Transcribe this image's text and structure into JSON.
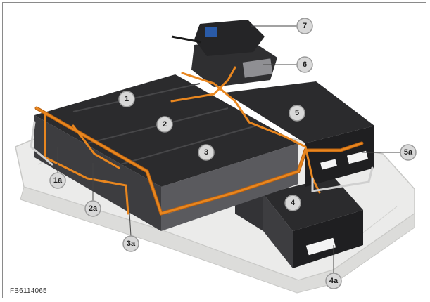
{
  "figure_id": "FB6114065",
  "callouts": [
    {
      "id": "c1",
      "label": "1"
    },
    {
      "id": "c2",
      "label": "2"
    },
    {
      "id": "c3",
      "label": "3"
    },
    {
      "id": "c4",
      "label": "4"
    },
    {
      "id": "c5",
      "label": "5"
    },
    {
      "id": "c6",
      "label": "6"
    },
    {
      "id": "c7",
      "label": "7"
    },
    {
      "id": "c1a",
      "label": "1a"
    },
    {
      "id": "c2a",
      "label": "2a"
    },
    {
      "id": "c3a",
      "label": "3a"
    },
    {
      "id": "c4a",
      "label": "4a"
    },
    {
      "id": "c5a",
      "label": "5a"
    }
  ],
  "colors": {
    "tray": "#ebebea",
    "tray_shadow": "#c9c9c7",
    "module_top": "#2b2b2d",
    "module_side": "#3d3d40",
    "cable": "#e8861f",
    "cable_dark": "#b8600f",
    "callout_fill": "#d8d8d8",
    "callout_stroke": "#9a9a9a",
    "leader": "#444444"
  }
}
